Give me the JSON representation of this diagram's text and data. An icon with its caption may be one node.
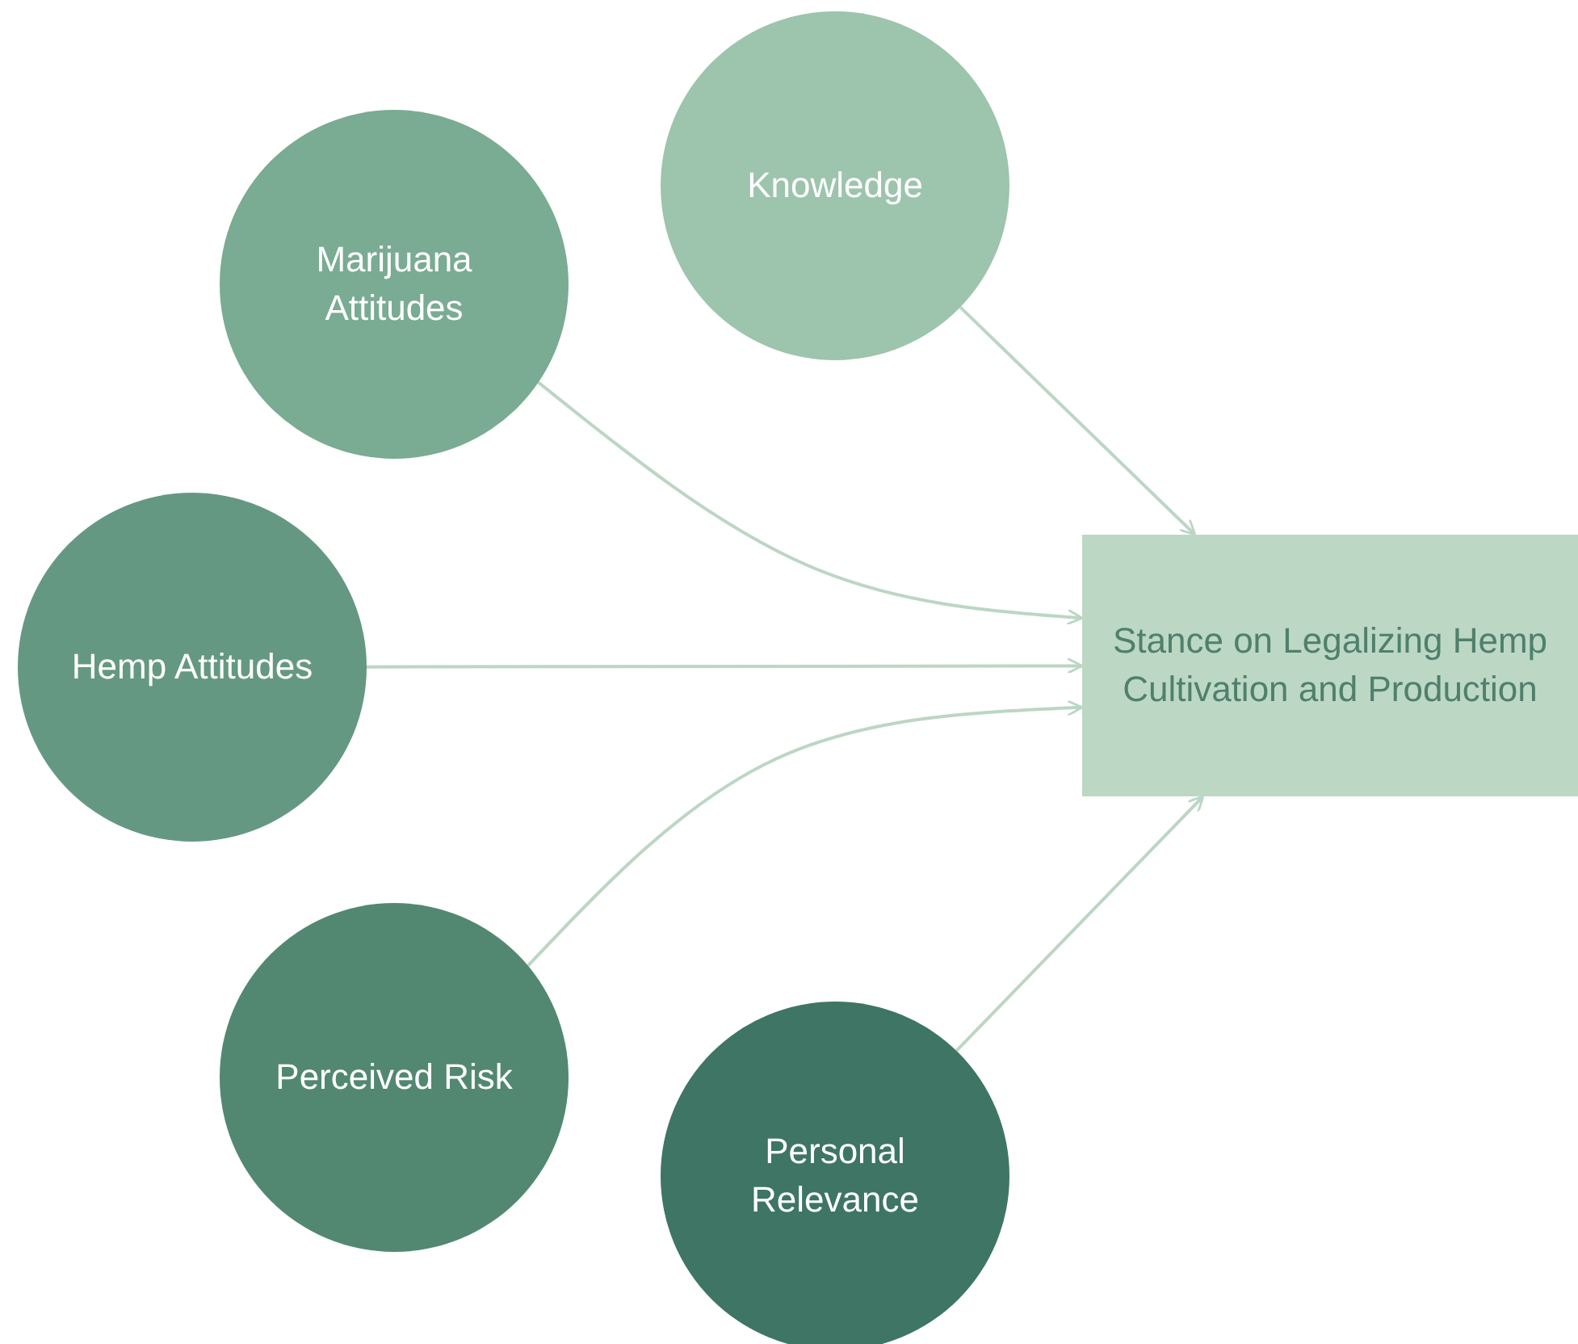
{
  "diagram": {
    "nodes": [
      {
        "text": [
          "Knowledge"
        ]
      },
      {
        "text": [
          "Marijuana Attitudes"
        ]
      },
      {
        "text": [
          "Hemp Attitudes"
        ]
      },
      {
        "text": [
          "Perceived Risk"
        ]
      },
      {
        "text": [
          "Personal Relevance"
        ]
      },
      {
        "text": [
          "Stance on Legalizing Hemp Cultivation and Production"
        ]
      }
    ],
    "edges": [
      {
        "from": 0,
        "to": 5,
        "arrow": "to"
      },
      {
        "from": 1,
        "to": 5,
        "arrow": "to"
      },
      {
        "from": 2,
        "to": 5,
        "arrow": "to"
      },
      {
        "from": 3,
        "to": 5,
        "arrow": "to"
      },
      {
        "from": 4,
        "to": 5,
        "arrow": "to"
      }
    ]
  }
}
